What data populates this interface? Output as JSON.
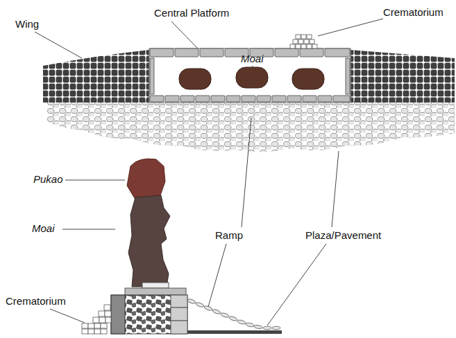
{
  "diagram": {
    "labels": [
      "Wing",
      "Central Platform",
      "Crematorium",
      "Moai",
      "Pukao",
      "Moai",
      "Ramp",
      "Plaza/Pavement",
      "Crematorium"
    ]
  }
}
